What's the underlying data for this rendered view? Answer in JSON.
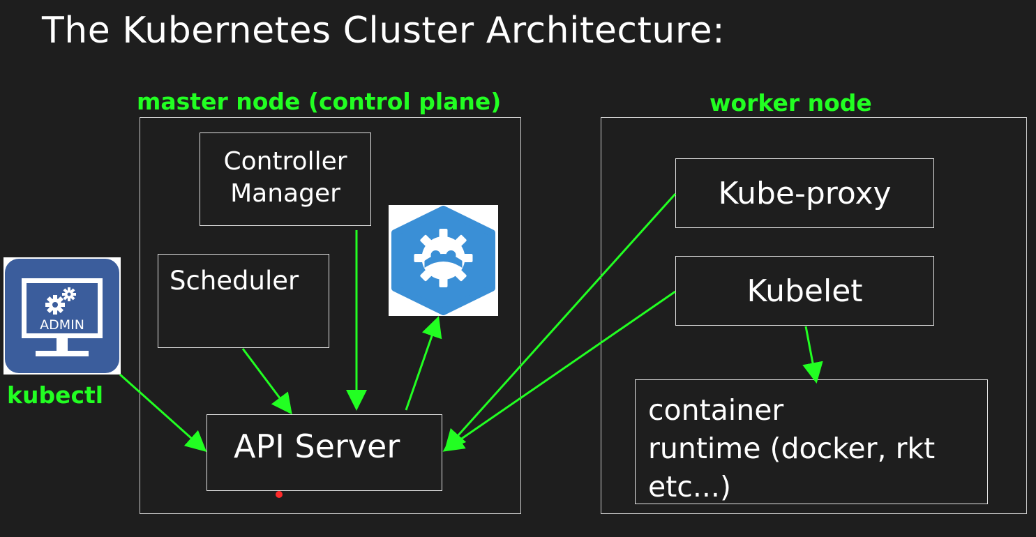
{
  "title": "The Kubernetes Cluster Architecture:",
  "colors": {
    "background": "#1e1e1e",
    "accent_green": "#22ff22",
    "box_border": "#e6e6e6",
    "etcd_blue": "#3a8fd6",
    "admin_blue": "#3b5d9c"
  },
  "master_node": {
    "label": "master node (control plane)",
    "controller_manager": [
      "Controller",
      "Manager"
    ],
    "scheduler": "Scheduler",
    "api_server": "API Server",
    "etcd_icon": "etcd-robot-icon"
  },
  "worker_node": {
    "label": "worker node",
    "kube_proxy": "Kube-proxy",
    "kubelet": "Kubelet",
    "container_runtime": [
      "container",
      "runtime (docker, rkt",
      "etc...)"
    ]
  },
  "kubectl": {
    "label": "kubectl",
    "icon_text": "ADMIN",
    "icon": "admin-monitor-icon"
  }
}
